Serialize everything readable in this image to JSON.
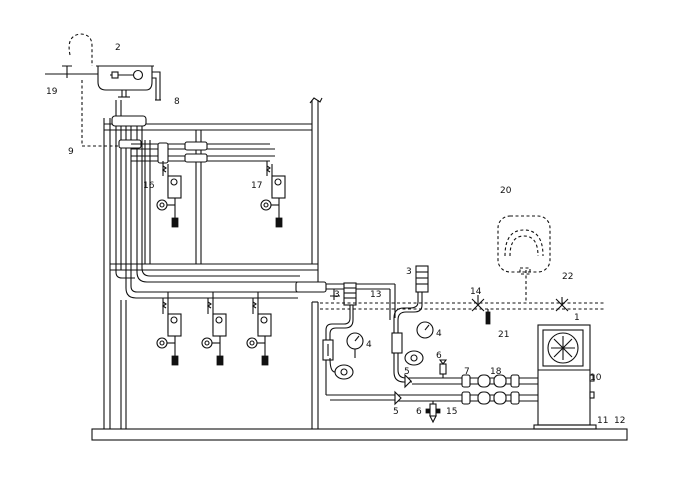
{
  "labels": {
    "l1": "1",
    "l2": "2",
    "l3a": "3",
    "l3b": "3",
    "l4a": "4",
    "l4b": "4",
    "l5a": "5",
    "l5b": "5",
    "l6a": "6",
    "l6b": "6",
    "l7": "7",
    "l8": "8",
    "l9": "9",
    "l10": "10",
    "l11": "11",
    "l12": "12",
    "l13": "13",
    "l14": "14",
    "l15": "15",
    "l16": "16",
    "l17": "17",
    "l18": "18",
    "l19": "19",
    "l20": "20",
    "l21": "21",
    "l22": "22"
  }
}
